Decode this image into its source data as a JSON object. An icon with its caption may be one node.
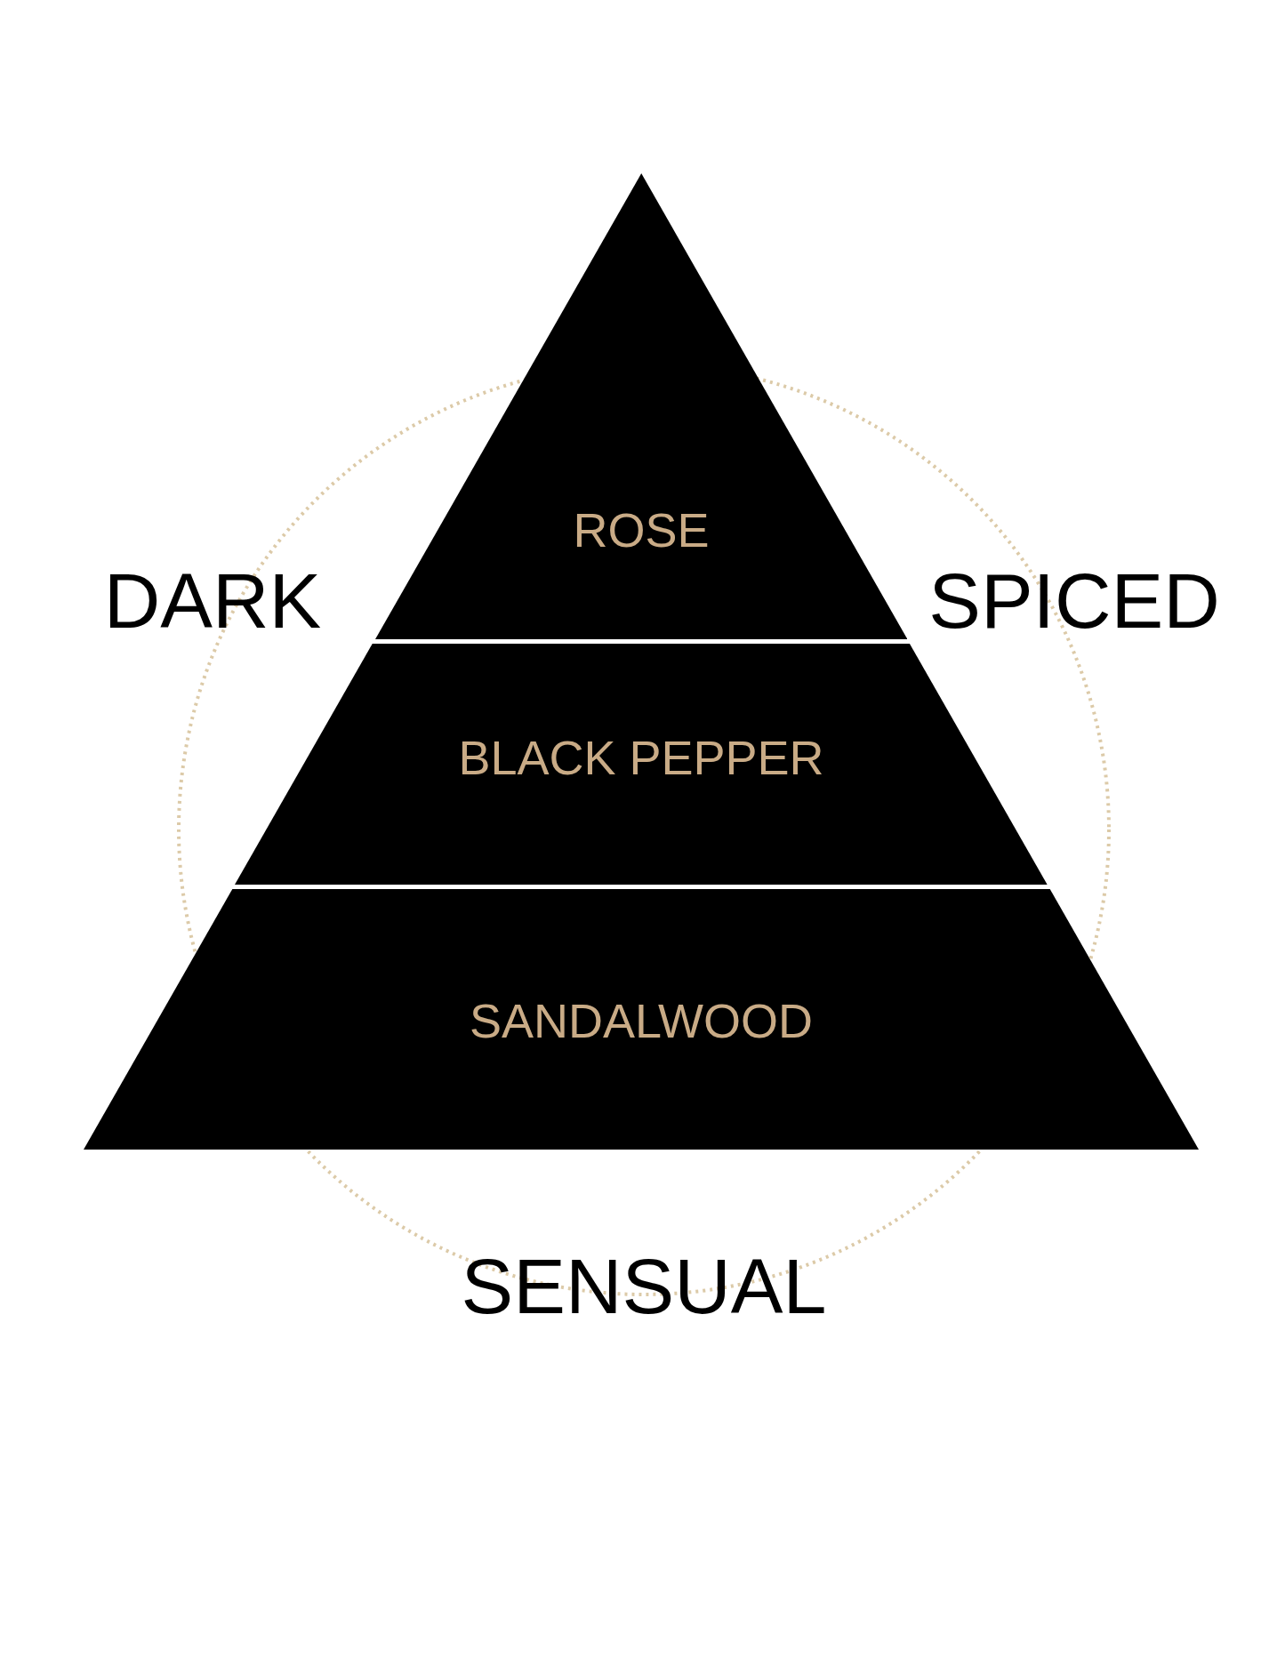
{
  "diagram": {
    "nodes": [
      {
        "text": [
          "ROSE"
        ]
      },
      {
        "text": [
          "BLACK PEPPER"
        ]
      },
      {
        "text": [
          "SANDALWOOD"
        ]
      }
    ],
    "labels": [
      "DARK",
      "SPICED",
      "SENSUAL"
    ]
  }
}
